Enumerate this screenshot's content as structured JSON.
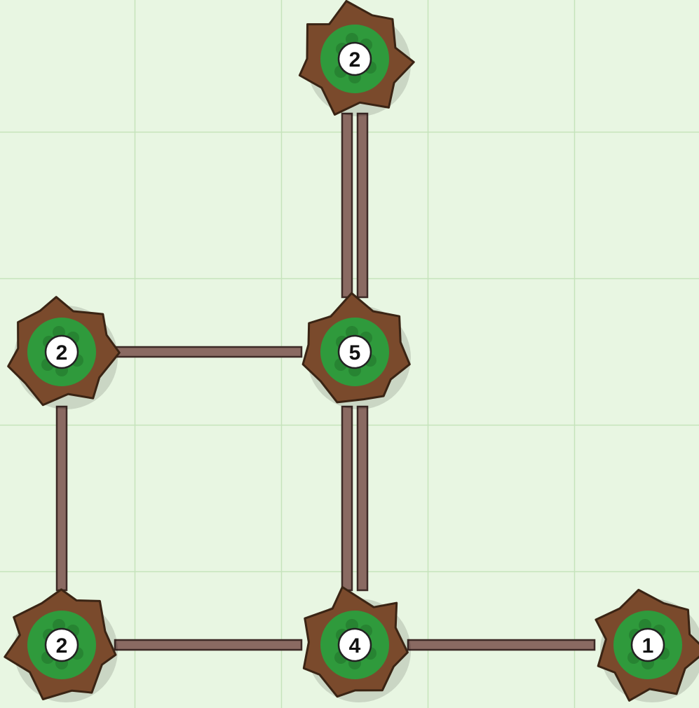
{
  "puzzle": {
    "grid": {
      "columns": 5,
      "rows": 5
    },
    "islands": [
      {
        "id": "a",
        "col": 2,
        "row": 0,
        "label": "2"
      },
      {
        "id": "b",
        "col": 0,
        "row": 2,
        "label": "2"
      },
      {
        "id": "c",
        "col": 2,
        "row": 2,
        "label": "5"
      },
      {
        "id": "d",
        "col": 0,
        "row": 4,
        "label": "2"
      },
      {
        "id": "e",
        "col": 2,
        "row": 4,
        "label": "4"
      },
      {
        "id": "f",
        "col": 4,
        "row": 4,
        "label": "1"
      }
    ],
    "bridges": [
      {
        "from": "a",
        "to": "c",
        "count": 2
      },
      {
        "from": "b",
        "to": "c",
        "count": 1
      },
      {
        "from": "b",
        "to": "d",
        "count": 1
      },
      {
        "from": "c",
        "to": "e",
        "count": 2
      },
      {
        "from": "d",
        "to": "e",
        "count": 1
      },
      {
        "from": "e",
        "to": "f",
        "count": 1
      }
    ]
  },
  "colors": {
    "background": "#e8f6e2",
    "grid_line": "#c5e3bb",
    "island_dirt": "#7a4a2c",
    "island_outline": "#3a2414",
    "island_grass": "#2f9a3c",
    "island_grass_dark": "#237a2e",
    "badge_fill": "#ffffff",
    "bridge_fill": "#8a6a62",
    "bridge_outline": "#3d2a26"
  }
}
